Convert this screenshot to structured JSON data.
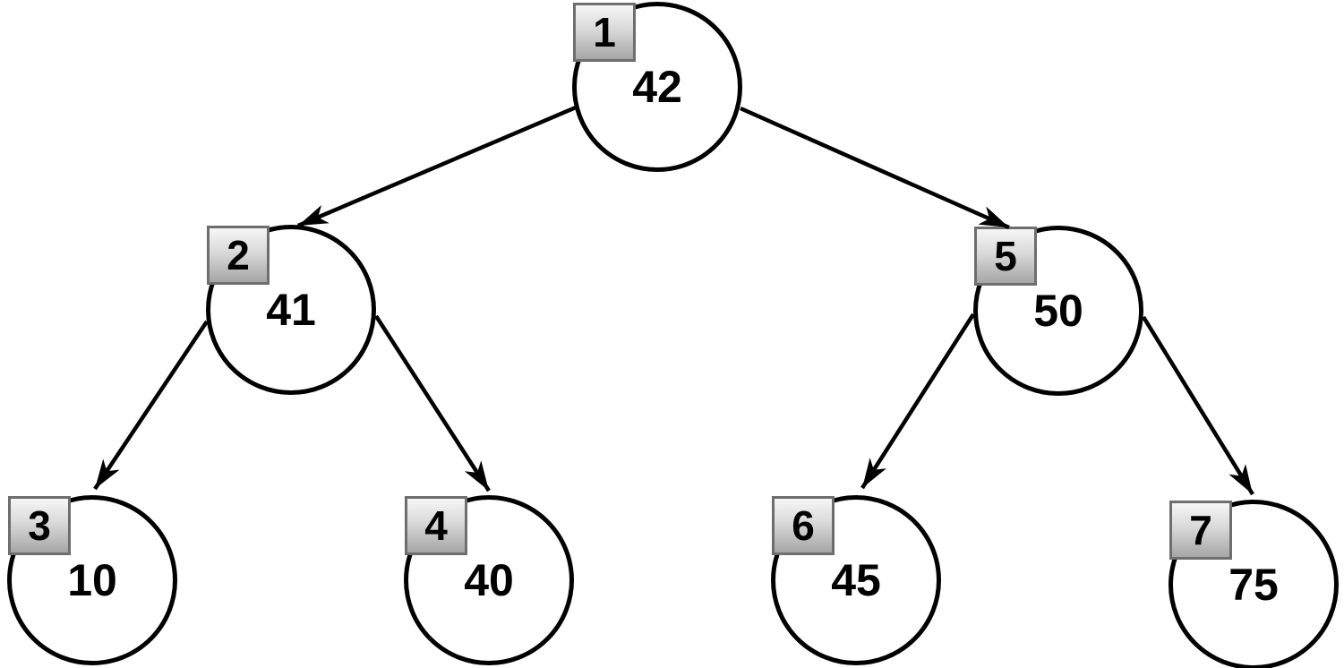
{
  "diagram": {
    "type": "binary-tree",
    "nodes": [
      {
        "order": "1",
        "value": "42"
      },
      {
        "order": "2",
        "value": "41"
      },
      {
        "order": "3",
        "value": "10"
      },
      {
        "order": "4",
        "value": "40"
      },
      {
        "order": "5",
        "value": "50"
      },
      {
        "order": "6",
        "value": "45"
      },
      {
        "order": "7",
        "value": "75"
      }
    ],
    "edges": [
      {
        "from": "1",
        "to": "2"
      },
      {
        "from": "1",
        "to": "5"
      },
      {
        "from": "2",
        "to": "3"
      },
      {
        "from": "2",
        "to": "4"
      },
      {
        "from": "5",
        "to": "6"
      },
      {
        "from": "5",
        "to": "7"
      }
    ],
    "colors": {
      "background": "#ffffff",
      "node_fill": "#ffffff",
      "node_stroke": "#000000",
      "edge_color": "#000000",
      "badge_border": "#6e6e6e",
      "badge_gradient_top": "#f6f6f6",
      "badge_gradient_bottom": "#a6a6a6",
      "text_color": "#000000"
    }
  }
}
